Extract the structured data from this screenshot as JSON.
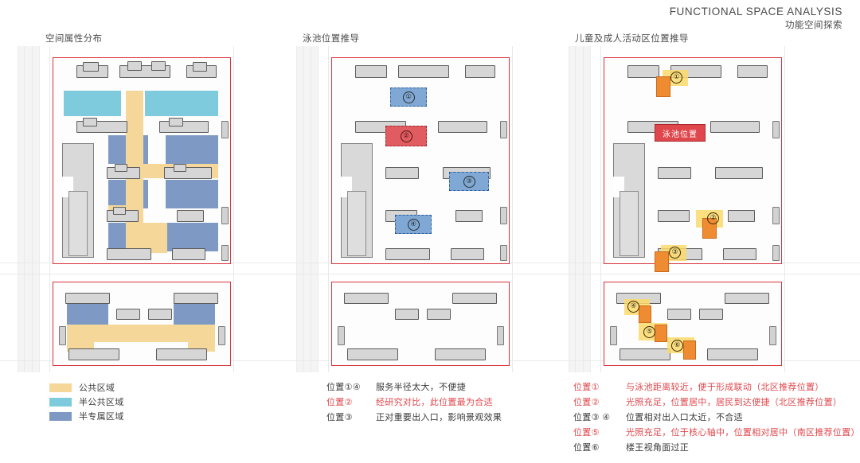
{
  "header": {
    "title_en": "FUNCTIONAL SPACE ANALYSIS",
    "title_cn": "功能空间探索"
  },
  "panels": [
    {
      "id": "panel1",
      "title": "空间属性分布"
    },
    {
      "id": "panel2",
      "title": "泳池位置推导"
    },
    {
      "id": "panel3",
      "title": "儿童及成人活动区位置推导"
    }
  ],
  "legend": {
    "items": [
      {
        "label": "公共区域",
        "color": "#f6d79a"
      },
      {
        "label": "半公共区域",
        "color": "#7ecbdd"
      },
      {
        "label": "半专属区域",
        "color": "#7e9ac4"
      }
    ]
  },
  "pool_options": {
    "markers": [
      {
        "num": "①",
        "color": "#7fa8d4"
      },
      {
        "num": "②",
        "color": "#e15c60"
      },
      {
        "num": "③",
        "color": "#7fa8d4"
      },
      {
        "num": "④",
        "color": "#7fa8d4"
      }
    ],
    "notes": [
      {
        "key": "位置①④",
        "text": "服务半径太大，不便捷",
        "highlight": false
      },
      {
        "key": "位置②",
        "text": "经研究对比，此位置最为合适",
        "highlight": true
      },
      {
        "key": "位置③",
        "text": "正对重要出入口，影响景观效果",
        "highlight": false
      }
    ]
  },
  "activity_options": {
    "pool_label": "泳池位置",
    "markers": [
      {
        "num": "①"
      },
      {
        "num": "②"
      },
      {
        "num": "③"
      },
      {
        "num": "④"
      },
      {
        "num": "⑤"
      },
      {
        "num": "⑥"
      }
    ],
    "notes": [
      {
        "key": "位置①",
        "text": "与泳池距离较近，便于形成联动（北区推荐位置）",
        "highlight": true
      },
      {
        "key": "位置②",
        "text": "光照充足，位置居中，居民到达便捷（北区推荐位置）",
        "highlight": true
      },
      {
        "key": "位置③ ④",
        "text": "位置相对出入口太近，不合适",
        "highlight": false
      },
      {
        "key": "位置⑤",
        "text": "光照充足，位于核心轴中，位置相对居中（南区推荐位置）",
        "highlight": true
      },
      {
        "key": "位置⑥",
        "text": "楼王视角面过正",
        "highlight": false
      }
    ]
  },
  "colors": {
    "boundary_red": "#d8333c",
    "accent_red": "#e0474c",
    "building_gray": "#d6d6d6",
    "marker_orange": "#ef8c32",
    "marker_yellow": "#fbd96b"
  }
}
